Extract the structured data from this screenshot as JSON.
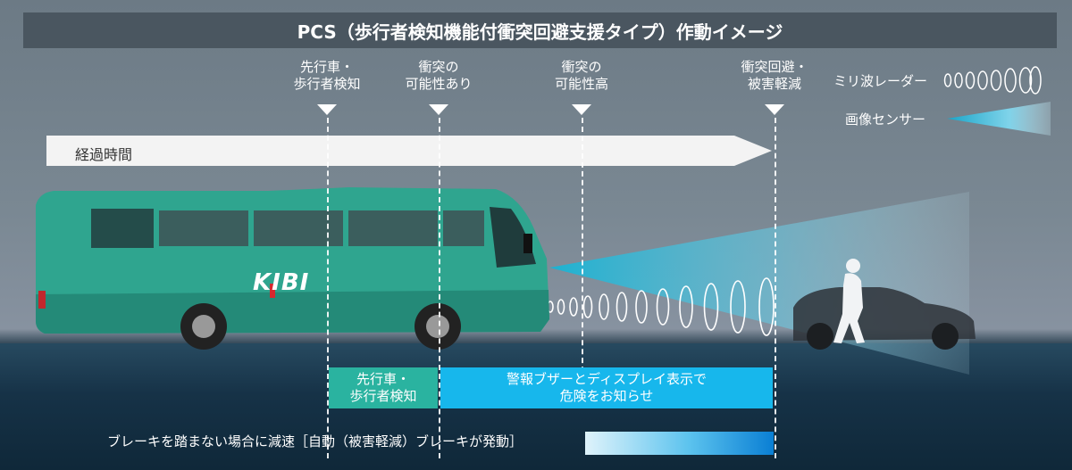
{
  "title": "PCS（歩行者検知機能付衝突回避支援タイプ）作動イメージ",
  "events": [
    {
      "line1": "先行車・",
      "line2": "歩行者検知"
    },
    {
      "line1": "衝突の",
      "line2": "可能性あり"
    },
    {
      "line1": "衝突の",
      "line2": "可能性高"
    },
    {
      "line1": "衝突回避・",
      "line2": "被害軽減"
    }
  ],
  "legend": {
    "radar": "ミリ波レーダー",
    "camera": "画像センサー"
  },
  "timeline_label": "経過時間",
  "bus_logo": "KIBI",
  "phases": {
    "detect_line1": "先行車・",
    "detect_line2": "歩行者検知",
    "warning_line1": "警報ブザーとディスプレイ表示で",
    "warning_line2": "危険をお知らせ"
  },
  "brake_text": "ブレーキを踏まない場合に減速［自動（被害軽減）ブレーキが発動］",
  "colors": {
    "bus": "#2fa58f",
    "detect_phase": "#2ab3a0",
    "warning_phase": "#17b7ec",
    "title_bar": "#4a5660"
  }
}
